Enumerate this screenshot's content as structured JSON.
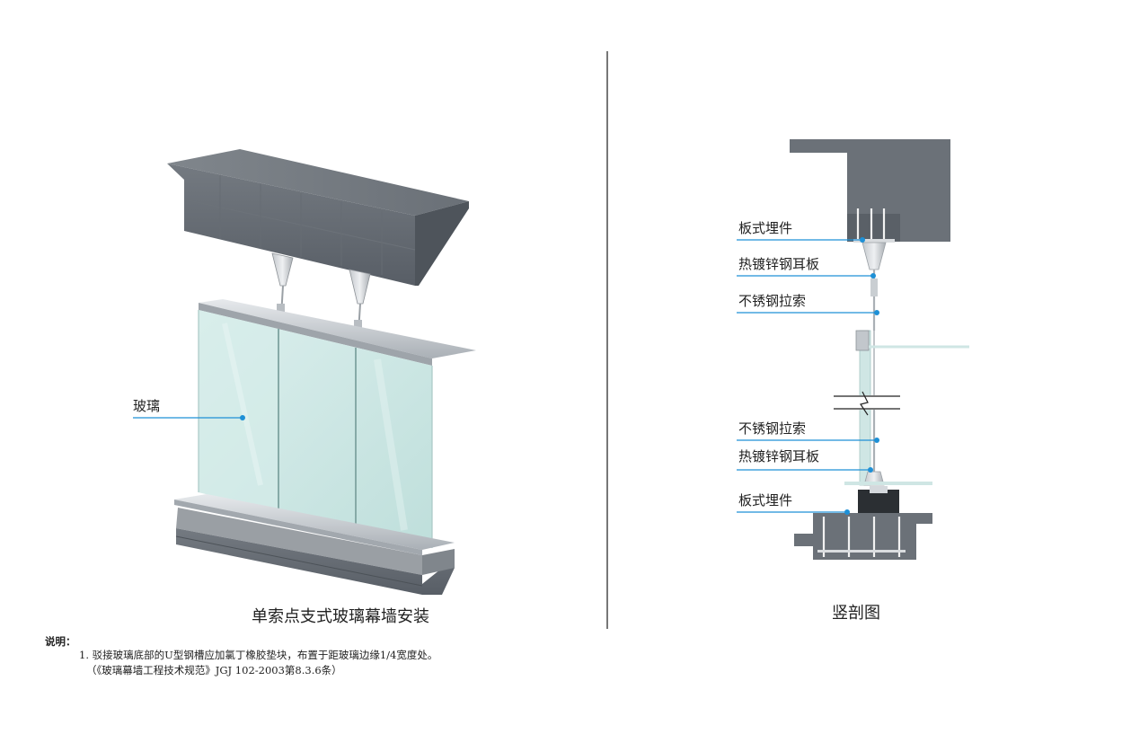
{
  "left_figure": {
    "label_glass": "玻璃",
    "caption": "单索点支式玻璃幕墙安装"
  },
  "right_figure": {
    "labels": {
      "top_embed": "板式埋件",
      "top_plate": "热镀锌钢耳板",
      "top_cable": "不锈钢拉索",
      "bottom_cable": "不锈钢拉索",
      "bottom_plate": "热镀锌钢耳板",
      "bottom_embed": "板式埋件"
    },
    "caption": "竖剖图"
  },
  "notes": {
    "title": "说明：",
    "line1": "1. 驳接玻璃底部的U型钢槽应加氯丁橡胶垫块，布置于距玻璃边缘1/4宽度处。",
    "line2": "（《玻璃幕墙工程技术规范》JGJ 102-2003第8.3.6条）"
  },
  "colors": {
    "leader": "#1e90d6",
    "concrete": "#5f656d",
    "concrete_top": "#6e747b",
    "glass": "#cfe6e4",
    "aluminum": "#c9ced3",
    "divider": "#777777"
  }
}
